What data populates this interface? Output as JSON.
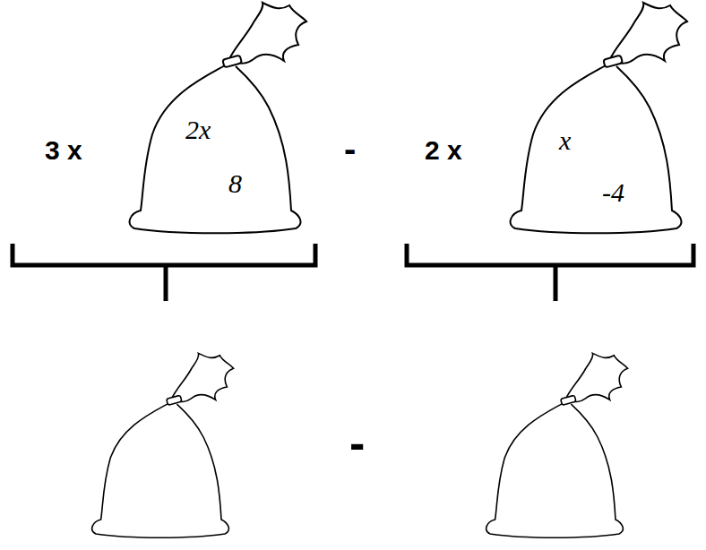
{
  "diagram": {
    "nodes": [
      {
        "text": [
          "2x",
          "8"
        ]
      },
      {
        "text": [
          "x",
          "-4"
        ]
      }
    ],
    "labels": [
      "3 x",
      "-",
      "2 x",
      "-"
    ]
  }
}
